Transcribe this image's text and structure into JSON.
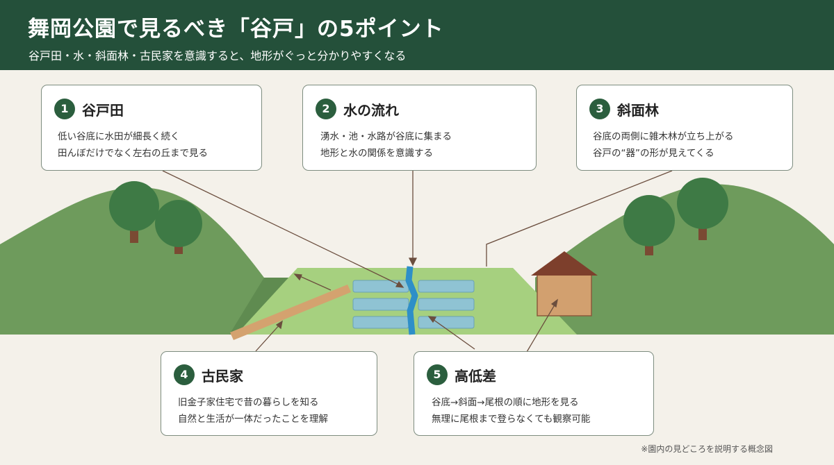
{
  "header": {
    "title": "舞岡公園で見るべき「谷戸」の5ポイント",
    "subtitle": "谷戸田・水・斜面林・古民家を意識すると、地形がぐっと分かりやすくなる"
  },
  "points": [
    {
      "number": "1",
      "title": "谷戸田",
      "lines": [
        "低い谷底に水田が細長く続く",
        "田んぼだけでなく左右の丘まで見る"
      ]
    },
    {
      "number": "2",
      "title": "水の流れ",
      "lines": [
        "湧水・池・水路が谷底に集まる",
        "地形と水の関係を意識する"
      ]
    },
    {
      "number": "3",
      "title": "斜面林",
      "lines": [
        "谷底の両側に雑木林が立ち上がる",
        "谷戸の“器”の形が見えてくる"
      ]
    },
    {
      "number": "4",
      "title": "古民家",
      "lines": [
        "旧金子家住宅で昔の暮らしを知る",
        "自然と生活が一体だったことを理解"
      ]
    },
    {
      "number": "5",
      "title": "高低差",
      "lines": [
        "谷底→斜面→尾根の順に地形を見る",
        "無理に尾根まで登らなくても観察可能"
      ]
    }
  ],
  "footnote": "※園内の見どころを説明する概念図",
  "colors": {
    "header_bg": "#24503a",
    "background": "#f4f1ea",
    "hill": "#6e9b5c",
    "valley_floor": "#a6d07f",
    "paddy": "#8fc3d3",
    "stream": "#2e8fc8",
    "path": "#d4a26f",
    "house_wall": "#d2a06f",
    "house_roof": "#7d3f2c",
    "tree_canopy": "#3e7a45",
    "tree_trunk": "#7a4a33",
    "badge": "#2b5e3e"
  }
}
